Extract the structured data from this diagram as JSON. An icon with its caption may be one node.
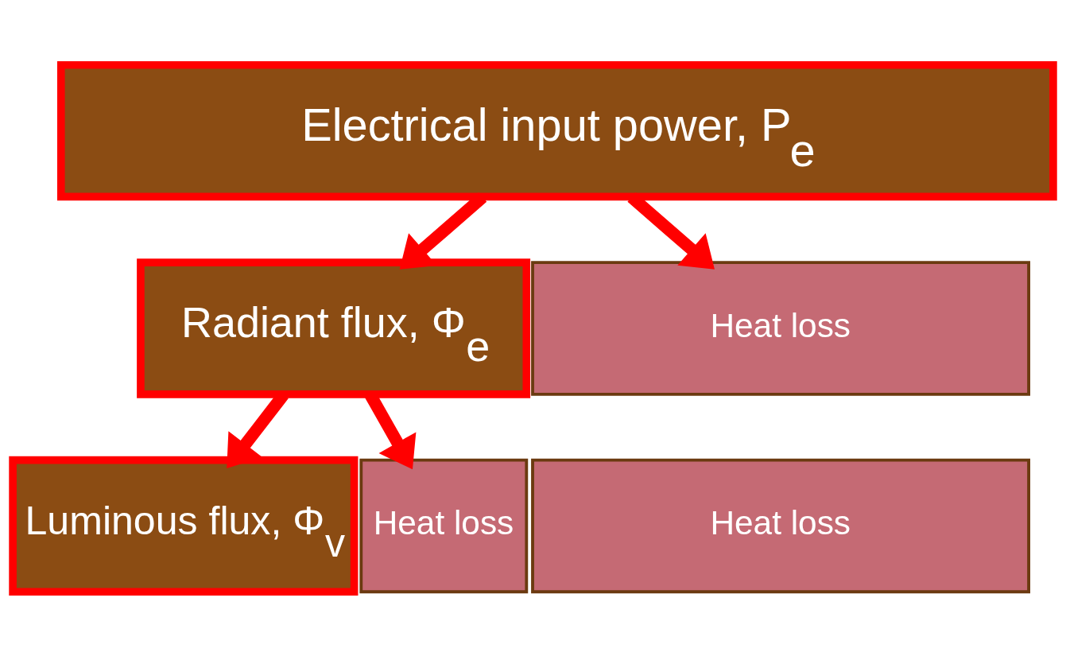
{
  "diagram": {
    "nodes": [
      {
        "text": [
          "Electrical input power, P$_{e}$"
        ]
      },
      {
        "text": [
          "Radiant flux, Φ$_{e}$"
        ]
      },
      {
        "text": [
          "Heat loss"
        ]
      },
      {
        "text": [
          "Luminous flux, Φ$_{v}$"
        ]
      },
      {
        "text": [
          "Heat loss"
        ]
      },
      {
        "text": [
          "Heat loss"
        ]
      }
    ],
    "edges": [
      {
        "from": 0,
        "to": 1,
        "arrow": "to"
      },
      {
        "from": 0,
        "to": 2,
        "arrow": "to"
      },
      {
        "from": 1,
        "to": 3,
        "arrow": "to"
      },
      {
        "from": 1,
        "to": 4,
        "arrow": "to"
      }
    ]
  }
}
